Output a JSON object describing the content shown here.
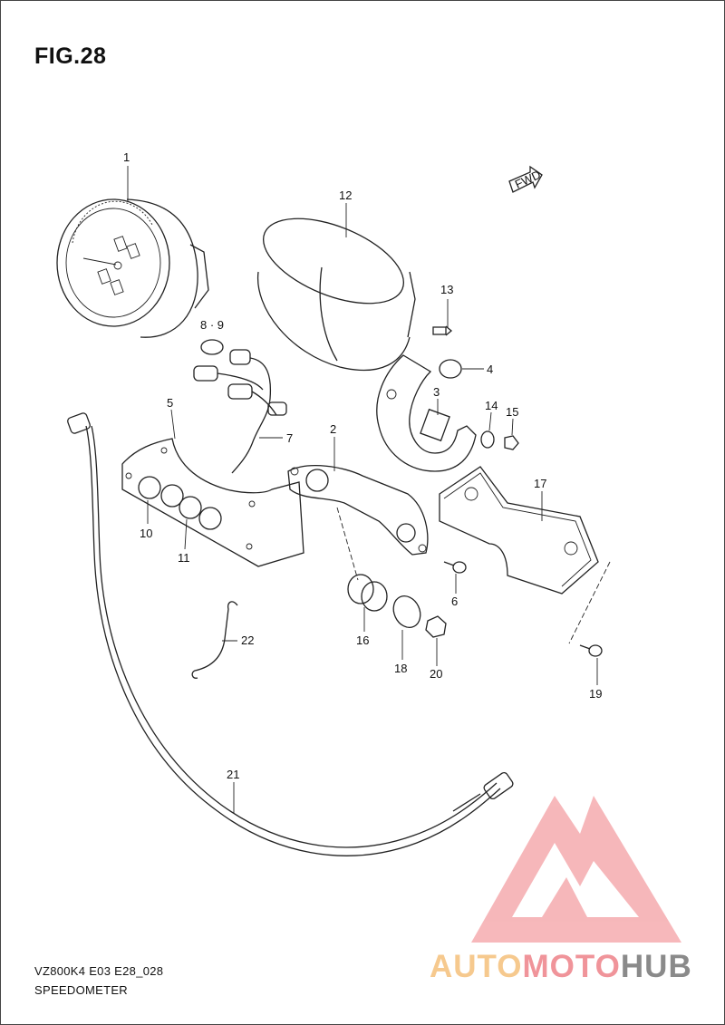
{
  "figure": {
    "title": "FIG.28",
    "fwd_label": "FWD"
  },
  "callouts": [
    {
      "id": "1",
      "label": "1"
    },
    {
      "id": "2",
      "label": "2"
    },
    {
      "id": "3",
      "label": "3"
    },
    {
      "id": "4",
      "label": "4"
    },
    {
      "id": "5",
      "label": "5"
    },
    {
      "id": "6",
      "label": "6"
    },
    {
      "id": "7",
      "label": "7"
    },
    {
      "id": "89",
      "label": "8 · 9"
    },
    {
      "id": "10",
      "label": "10"
    },
    {
      "id": "11",
      "label": "11"
    },
    {
      "id": "12",
      "label": "12"
    },
    {
      "id": "13",
      "label": "13"
    },
    {
      "id": "14",
      "label": "14"
    },
    {
      "id": "15",
      "label": "15"
    },
    {
      "id": "16",
      "label": "16"
    },
    {
      "id": "17",
      "label": "17"
    },
    {
      "id": "18",
      "label": "18"
    },
    {
      "id": "19",
      "label": "19"
    },
    {
      "id": "20",
      "label": "20"
    },
    {
      "id": "21",
      "label": "21"
    },
    {
      "id": "22",
      "label": "22"
    }
  ],
  "footer": {
    "model_code": "VZ800K4 E03 E28_028",
    "section_name": "SPEEDOMETER"
  },
  "watermark": {
    "part1": "AUTO",
    "part2": "MOTO",
    "part3": "HUB",
    "color_primary": "#f0949a",
    "color_secondary": "#f6c98e"
  }
}
